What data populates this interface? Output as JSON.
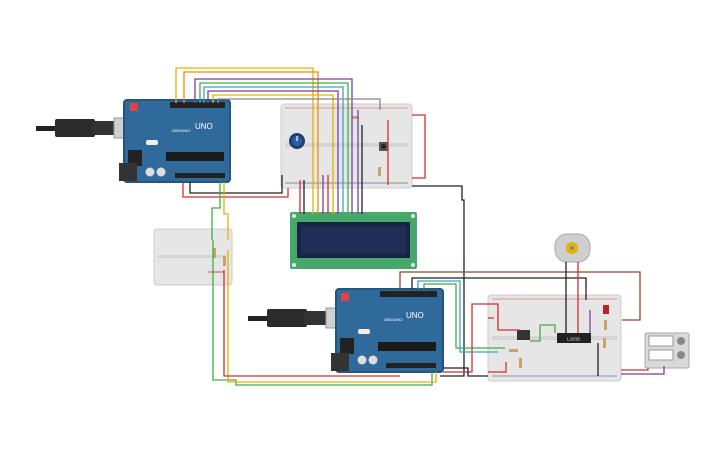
{
  "colors": {
    "board": "#2f6a9b",
    "board_dark": "#23557f",
    "breadboard": "#e6e6e6",
    "lcd_pcb": "#47a86b",
    "lcd_screen": "#1f2e55",
    "wire_red": "#d32f2f",
    "wire_black": "#222222",
    "wire_yellow": "#e0b400",
    "wire_green": "#3cb043",
    "wire_orange": "#f08c00",
    "wire_purple": "#7b3fa0",
    "wire_teal": "#39a9b8",
    "wire_brown": "#8b4a24",
    "motor": "#cfcfcf"
  },
  "arduino_top": {
    "label_uno": "UNO",
    "label_arduino": "ARDUINO"
  },
  "arduino_bottom": {
    "label_uno": "UNO",
    "label_arduino": "ARDUINO"
  },
  "ic_driver": {
    "label": "L293D"
  }
}
